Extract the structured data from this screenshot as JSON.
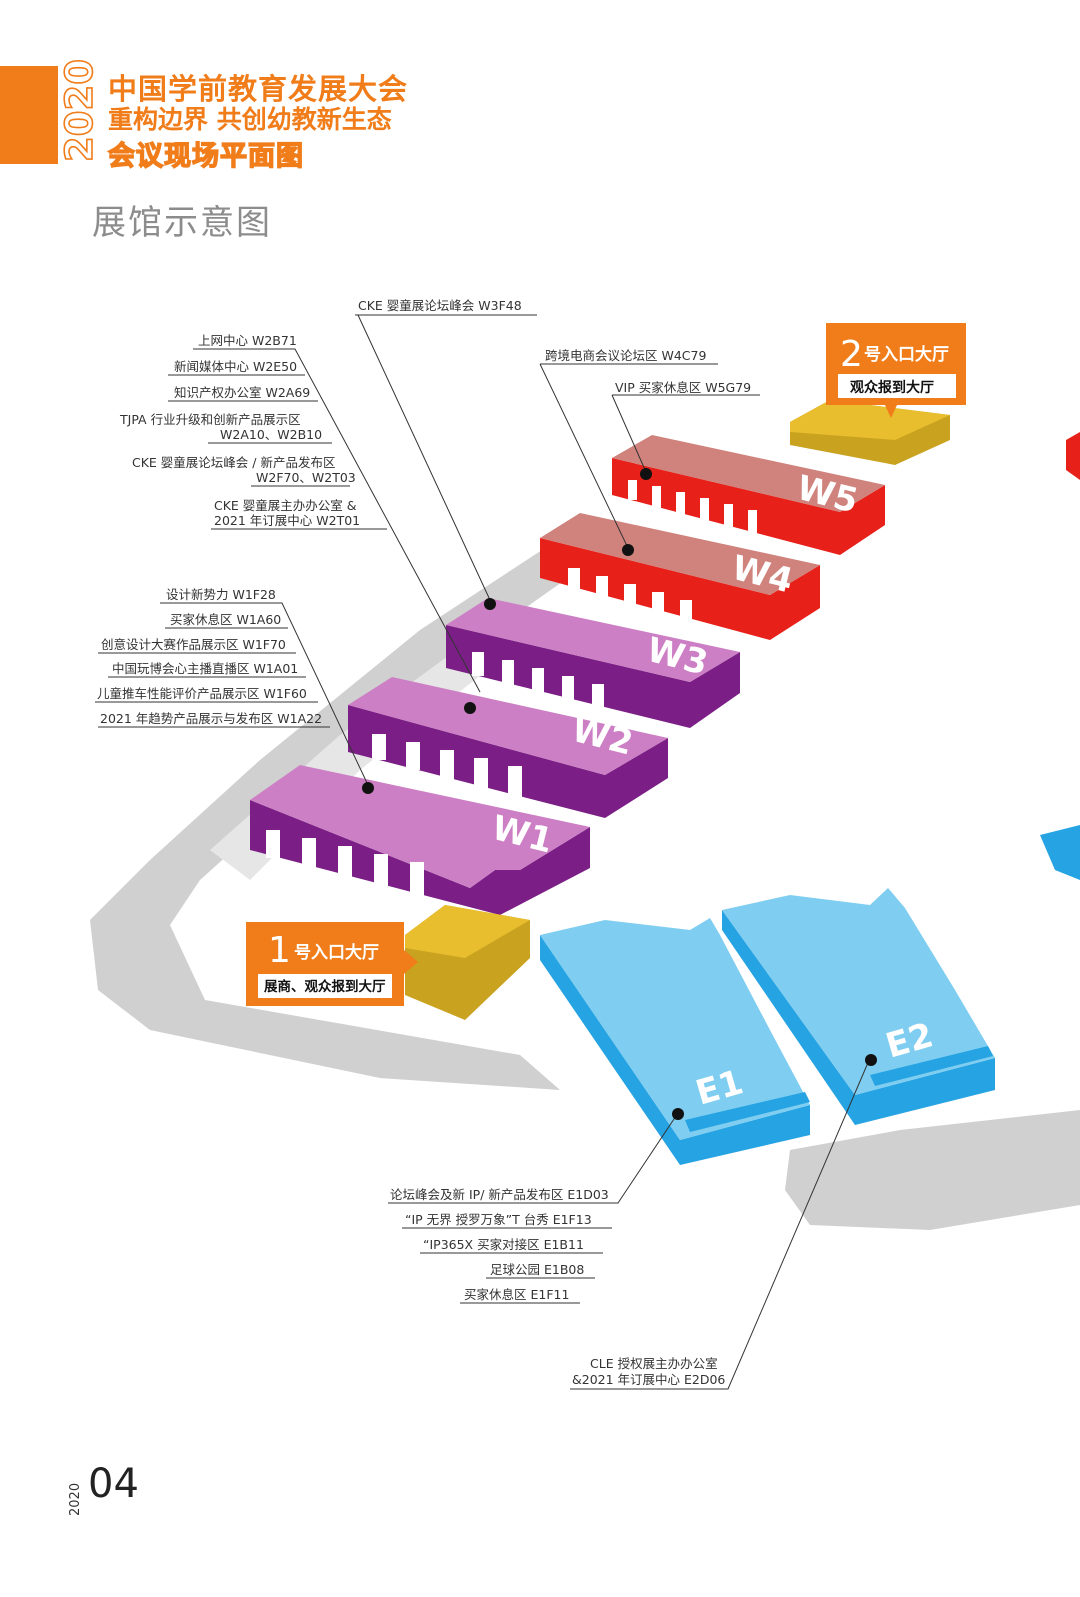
{
  "header": {
    "year": "2020",
    "title_line1": "中国学前教育发展大会",
    "title_line2": "重构边界   共创幼教新生态",
    "title_line3": "会议现场平面图"
  },
  "section_title": "展馆示意图",
  "halls": {
    "w1": "W1",
    "w2": "W2",
    "w3": "W3",
    "w4": "W4",
    "w5": "W5",
    "e1": "E1",
    "e2": "E2"
  },
  "entrances": {
    "entrance1": {
      "number": "1",
      "title": "号入口大厅",
      "subtitle": "展商、观众报到大厅"
    },
    "entrance2": {
      "number": "2",
      "title": "号入口大厅",
      "subtitle": "观众报到大厅"
    }
  },
  "labels": {
    "w3_forum": "CKE 婴童展论坛峰会  W3F48",
    "w4_forum": "跨境电商会议论坛区 W4C79",
    "w5_vip": "VIP 买家休息区 W5G79",
    "w2": [
      "上网中心 W2B71",
      "新闻媒体中心 W2E50",
      "知识产权办公室 W2A69",
      "TJPA 行业升级和创新产品展示区",
      "W2A10、W2B10",
      "CKE 婴童展论坛峰会 / 新产品发布区",
      "W2F70、W2T03",
      "CKE 婴童展主办办公室 &",
      "2021 年订展中心  W2T01"
    ],
    "w1": [
      "设计新势力 W1F28",
      "买家休息区 W1A60",
      "创意设计大赛作品展示区 W1F70",
      "中国玩博会心主播直播区 W1A01",
      "儿童推车性能评价产品展示区 W1F60",
      "2021 年趋势产品展示与发布区 W1A22"
    ],
    "e1": [
      "论坛峰会及新 IP/ 新产品发布区 E1D03",
      "“IP 无界 授罗万象”T 台秀 E1F13",
      "“IP365X 买家对接区 E1B11",
      "足球公园 E1B08",
      "买家休息区 E1F11"
    ],
    "e2": [
      "CLE 授权展主办办公室",
      "&2021 年订展中心  E2D06"
    ]
  },
  "page_number": "04",
  "colors": {
    "orange": "#f07d1a",
    "purple_top": "#cc7fc4",
    "purple_side": "#7b1f86",
    "red_top": "#cf837c",
    "red_side": "#e8201a",
    "blue_top": "#7fcdf0",
    "blue_side": "#25a3e2",
    "entrance_yellow": "#e8bd2e",
    "road_gray": "#cfcfcf"
  }
}
